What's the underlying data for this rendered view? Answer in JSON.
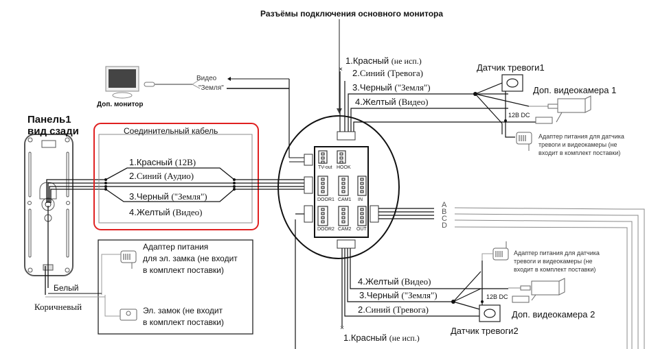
{
  "title": "Разъёмы подключения основного монитора",
  "extra_monitor": {
    "label": "Доп. монитор",
    "video": "Видео",
    "ground": "\"Земля\""
  },
  "panel": {
    "title_line1": "Панель1",
    "title_line2": "вид сзади"
  },
  "cable": {
    "title": "Соединительный кабель",
    "wires": [
      {
        "num": "1.",
        "color": "Красный",
        "purpose": "(12В)"
      },
      {
        "num": "2.",
        "color": "Синий",
        "purpose": "(Аудио)"
      },
      {
        "num": "3.",
        "color": "Черный",
        "purpose": "(\"Земля\")"
      },
      {
        "num": "4.",
        "color": "Желтый",
        "purpose": "(Видео)"
      }
    ]
  },
  "lock_box": {
    "adapter_lines": [
      "Адаптер питания",
      "для эл. замка (не входит",
      "в комплект поставки)"
    ],
    "lock_lines": [
      "Эл. замок (не входит",
      "в комплект поставки)"
    ],
    "white": "Белый",
    "brown": "Коричневый"
  },
  "top_wires": [
    {
      "num": "1.",
      "color": "Красный",
      "purpose": "(не исп.)"
    },
    {
      "num": "2.",
      "color": "Синий",
      "purpose": "(Тревога)"
    },
    {
      "num": "3.",
      "color": "Черный",
      "purpose": "(\"Земля\")"
    },
    {
      "num": "4.",
      "color": "Желтый",
      "purpose": "(Видео)"
    }
  ],
  "bottom_wires": [
    {
      "num": "4.",
      "color": "Желтый",
      "purpose": "(Видео)"
    },
    {
      "num": "3.",
      "color": "Черный",
      "purpose": "(\"Земля\")"
    },
    {
      "num": "2.",
      "color": "Синий",
      "purpose": "(Тревога)"
    },
    {
      "num": "1.",
      "color": "Красный",
      "purpose": "(не исп.)"
    }
  ],
  "sensor1": "Датчик тревоги1",
  "sensor2": "Датчик тревоги2",
  "camera1": "Доп. видеокамера 1",
  "camera2": "Доп. видеокамера 2",
  "dc_label": "12В DC",
  "adapter_cam_lines": [
    "Адаптер питания для датчика",
    "тревоги и видеокамеры (не",
    "входит в комплект поставки)"
  ],
  "connectors": [
    "TV-out",
    "HOOK",
    "DOOR1",
    "CAM1",
    "IN",
    "DOOR2",
    "CAM2",
    "OUT"
  ],
  "abcd": [
    "A",
    "B",
    "C",
    "D"
  ],
  "colors": {
    "cable_highlight": "#e02020"
  }
}
